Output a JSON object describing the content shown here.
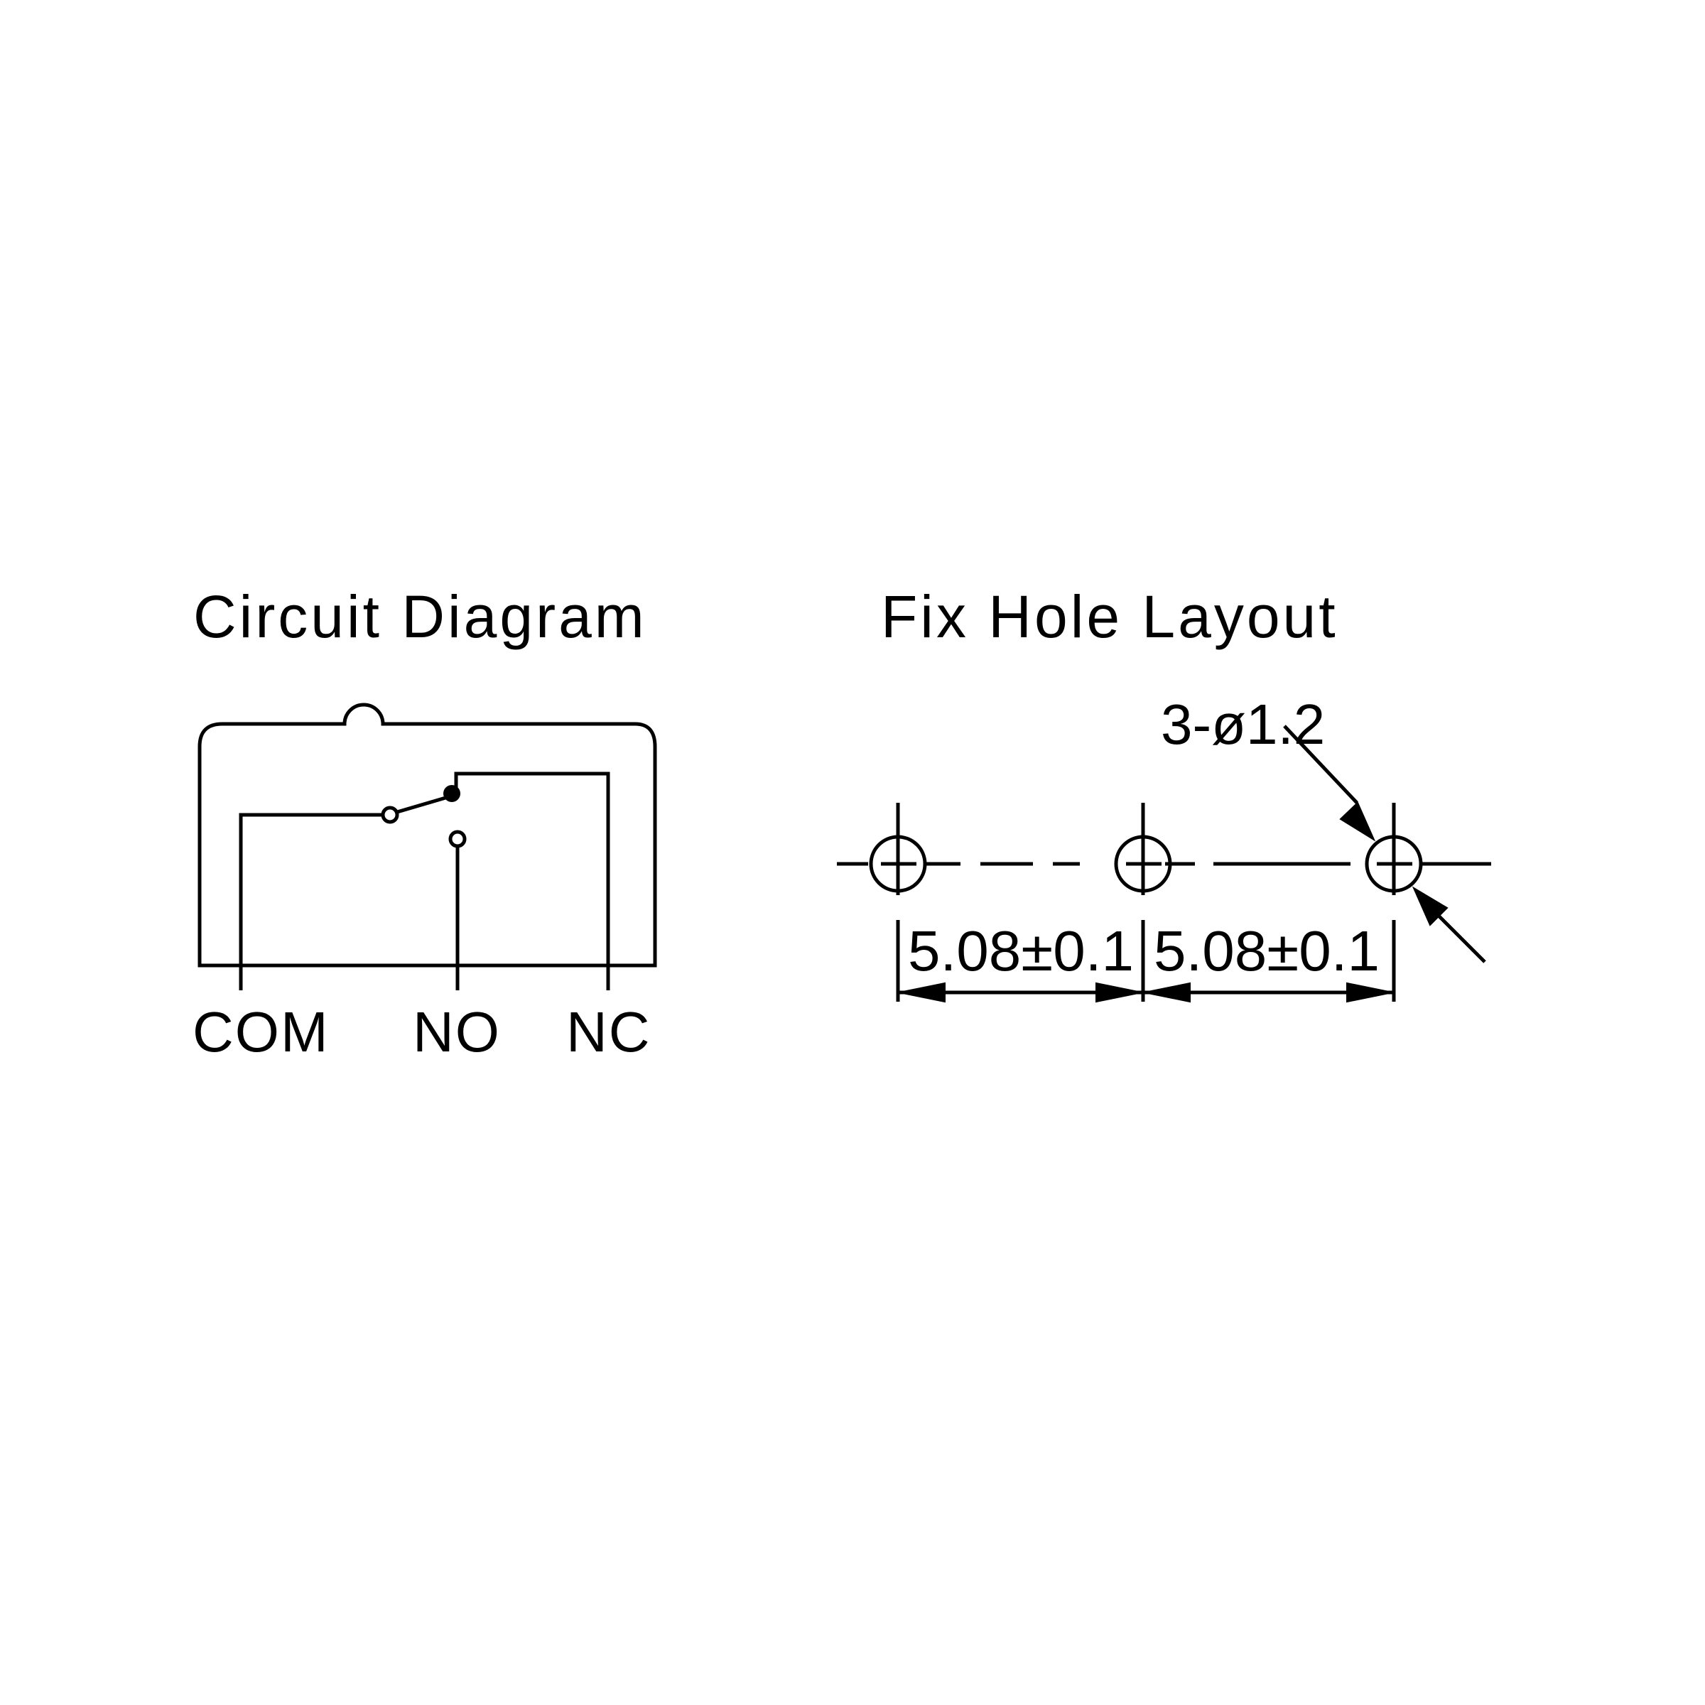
{
  "circuit_diagram": {
    "title": "Circuit Diagram",
    "pins": {
      "com": "COM",
      "no": "NO",
      "nc": "NC"
    }
  },
  "fix_hole_layout": {
    "title": "Fix Hole Layout",
    "hole_callout": "3-ø1.2",
    "spacing_left": "5.08±0.1",
    "spacing_right": "5.08±0.1"
  }
}
